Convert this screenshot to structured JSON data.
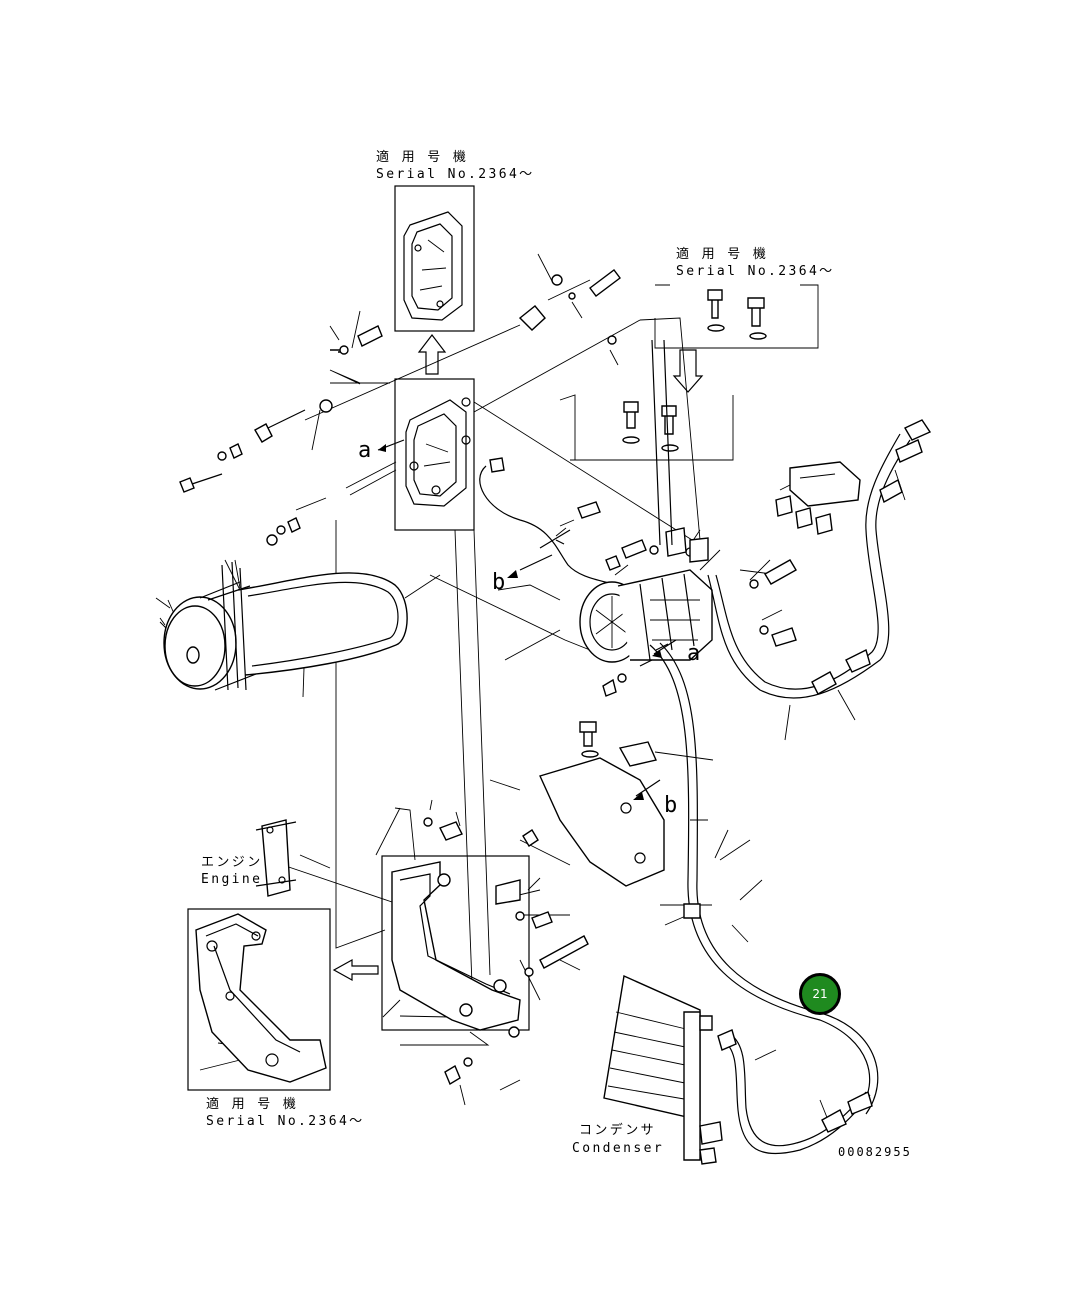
{
  "diagram": {
    "serial_labels": [
      {
        "jp": "適 用 号 機",
        "en": "Serial No.2364～"
      },
      {
        "jp": "適 用 号 機",
        "en": "Serial No.2364～"
      },
      {
        "jp": "適 用 号 機",
        "en": "Serial No.2364～"
      }
    ],
    "engine": {
      "jp": "エンジン",
      "en": "Engine"
    },
    "condenser": {
      "jp": "コンデンサ",
      "en": "Condenser"
    },
    "view_markers": [
      "a",
      "b",
      "b",
      "a"
    ],
    "drawing_number": "00082955",
    "callout": {
      "number": "21",
      "fill_color": "#1f8a1f"
    }
  }
}
